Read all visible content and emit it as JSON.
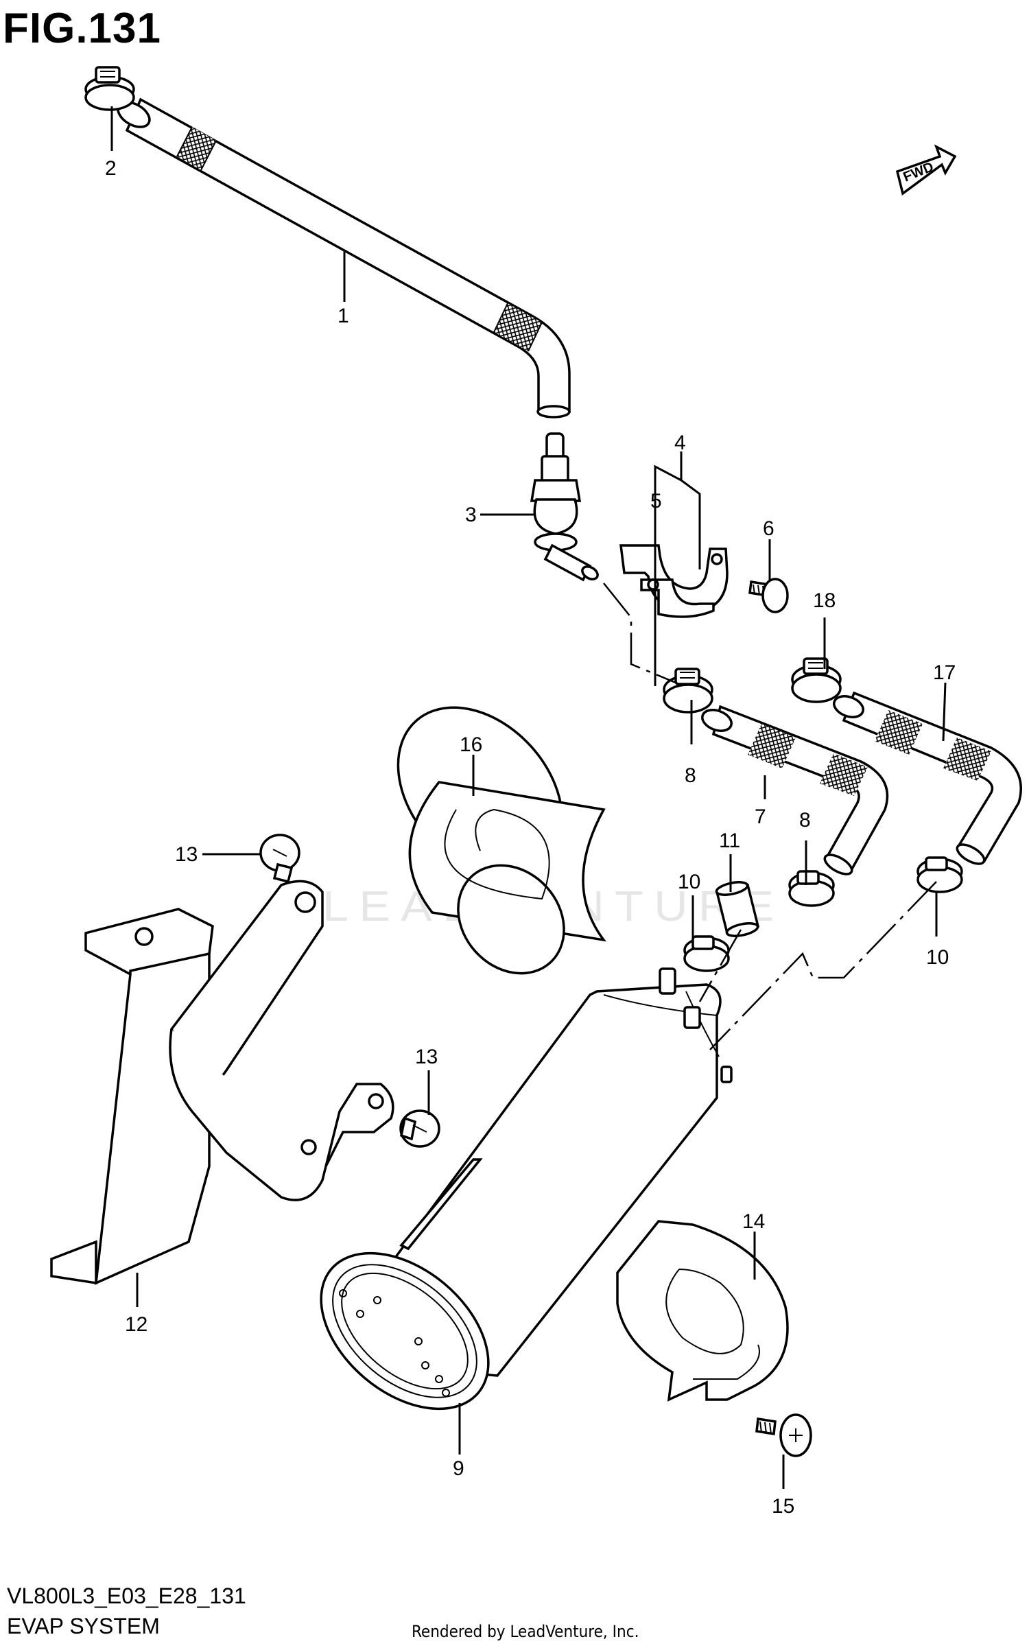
{
  "figure": {
    "title": "FIG.131",
    "model_code": "VL800L3_E03_E28_131",
    "system_name": "EVAP SYSTEM",
    "credit": "Rendered by LeadVenture, Inc.",
    "watermark": "LEADVENTURE",
    "fwd_label": "FWD"
  },
  "callouts": [
    {
      "id": "c1",
      "label": "1"
    },
    {
      "id": "c2",
      "label": "2"
    },
    {
      "id": "c3",
      "label": "3"
    },
    {
      "id": "c4",
      "label": "4"
    },
    {
      "id": "c5",
      "label": "5"
    },
    {
      "id": "c6",
      "label": "6"
    },
    {
      "id": "c7",
      "label": "7"
    },
    {
      "id": "c8a",
      "label": "8"
    },
    {
      "id": "c8b",
      "label": "8"
    },
    {
      "id": "c9",
      "label": "9"
    },
    {
      "id": "c10a",
      "label": "10"
    },
    {
      "id": "c10b",
      "label": "10"
    },
    {
      "id": "c11",
      "label": "11"
    },
    {
      "id": "c12",
      "label": "12"
    },
    {
      "id": "c13a",
      "label": "13"
    },
    {
      "id": "c13b",
      "label": "13"
    },
    {
      "id": "c14",
      "label": "14"
    },
    {
      "id": "c15",
      "label": "15"
    },
    {
      "id": "c16",
      "label": "16"
    },
    {
      "id": "c17",
      "label": "17"
    },
    {
      "id": "c18",
      "label": "18"
    }
  ]
}
